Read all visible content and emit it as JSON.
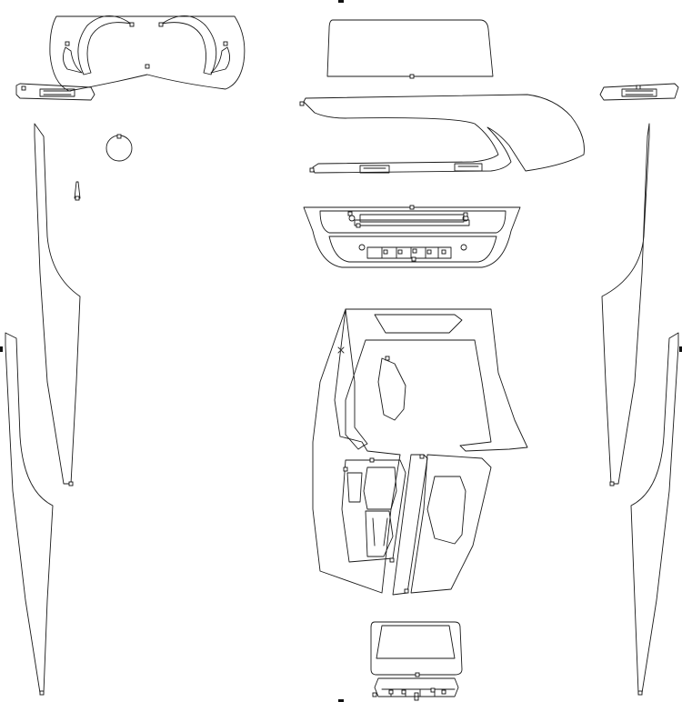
{
  "diagram": {
    "kind": "vector-outline-editor",
    "parts": [
      "instrument-cluster-trim",
      "head-unit-display-frame",
      "left-vent-strip",
      "right-vent-strip",
      "dashboard-trim-strip",
      "climate-control-panel",
      "center-console-trim",
      "gear-selector-panel",
      "left-a-pillar-upper",
      "left-a-pillar-lower",
      "right-a-pillar-upper",
      "right-a-pillar-lower",
      "rear-console-screen",
      "rear-console-buttons",
      "round-button-cap",
      "small-stalk-piece"
    ],
    "colors": {
      "stroke": "#1a1a1a",
      "handle_fill": "#ffffff",
      "background": "#ffffff"
    }
  }
}
